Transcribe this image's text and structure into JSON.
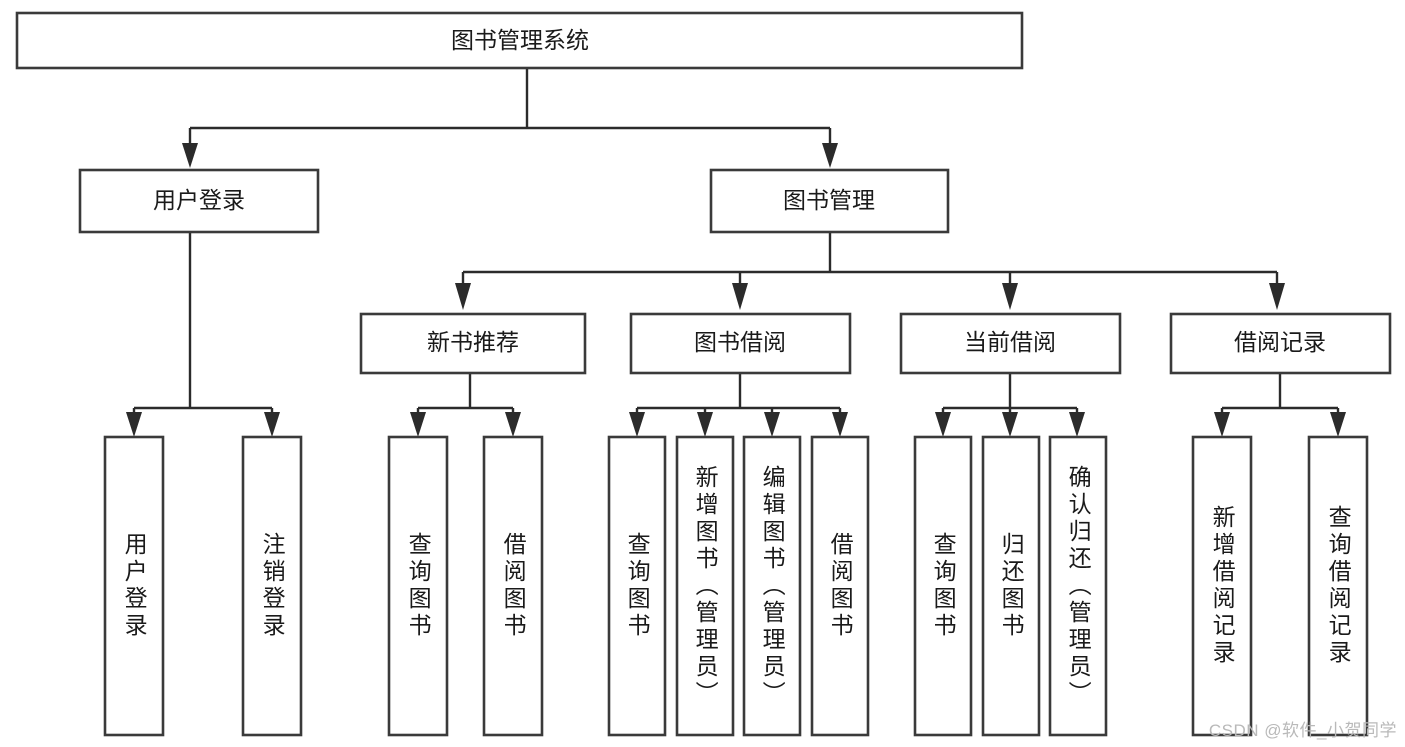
{
  "diagram": {
    "type": "tree",
    "title": "图书管理系统",
    "watermark": "CSDN @软件_小贺同学",
    "colors": {
      "box_stroke": "#3a3a3a",
      "connector": "#2b2b2b",
      "background": "#ffffff",
      "text": "#1a1a1a",
      "watermark": "#b9b9b9"
    },
    "nodes": {
      "root": {
        "label": "图书管理系统",
        "orientation": "horizontal",
        "level": 0
      },
      "l1_a": {
        "label": "用户登录",
        "orientation": "horizontal",
        "level": 1
      },
      "l1_b": {
        "label": "图书管理",
        "orientation": "horizontal",
        "level": 1
      },
      "l2_a": {
        "label": "新书推荐",
        "orientation": "horizontal",
        "level": 2
      },
      "l2_b": {
        "label": "图书借阅",
        "orientation": "horizontal",
        "level": 2
      },
      "l2_c": {
        "label": "当前借阅",
        "orientation": "horizontal",
        "level": 2
      },
      "l2_d": {
        "label": "借阅记录",
        "orientation": "horizontal",
        "level": 2
      },
      "leaf_1": {
        "label": "用户登录",
        "orientation": "vertical",
        "level": 2
      },
      "leaf_2": {
        "label": "注销登录",
        "orientation": "vertical",
        "level": 2
      },
      "leaf_3": {
        "label": "查询图书",
        "orientation": "vertical",
        "level": 3
      },
      "leaf_4": {
        "label": "借阅图书",
        "orientation": "vertical",
        "level": 3
      },
      "leaf_5": {
        "label": "查询图书",
        "orientation": "vertical",
        "level": 3
      },
      "leaf_6": {
        "label": "新增图书（管理员）",
        "orientation": "vertical",
        "level": 3
      },
      "leaf_7": {
        "label": "编辑图书（管理员）",
        "orientation": "vertical",
        "level": 3
      },
      "leaf_8": {
        "label": "借阅图书",
        "orientation": "vertical",
        "level": 3
      },
      "leaf_9": {
        "label": "查询图书",
        "orientation": "vertical",
        "level": 3
      },
      "leaf_10": {
        "label": "归还图书",
        "orientation": "vertical",
        "level": 3
      },
      "leaf_11": {
        "label": "确认归还（管理员）",
        "orientation": "vertical",
        "level": 3
      },
      "leaf_12": {
        "label": "新增借阅记录",
        "orientation": "vertical",
        "level": 3
      },
      "leaf_13": {
        "label": "查询借阅记录",
        "orientation": "vertical",
        "level": 3
      }
    },
    "edges": [
      {
        "from": "root",
        "to": "l1_a"
      },
      {
        "from": "root",
        "to": "l1_b"
      },
      {
        "from": "l1_a",
        "to": "leaf_1"
      },
      {
        "from": "l1_a",
        "to": "leaf_2"
      },
      {
        "from": "l1_b",
        "to": "l2_a"
      },
      {
        "from": "l1_b",
        "to": "l2_b"
      },
      {
        "from": "l1_b",
        "to": "l2_c"
      },
      {
        "from": "l1_b",
        "to": "l2_d"
      },
      {
        "from": "l2_a",
        "to": "leaf_3"
      },
      {
        "from": "l2_a",
        "to": "leaf_4"
      },
      {
        "from": "l2_b",
        "to": "leaf_5"
      },
      {
        "from": "l2_b",
        "to": "leaf_6"
      },
      {
        "from": "l2_b",
        "to": "leaf_7"
      },
      {
        "from": "l2_b",
        "to": "leaf_8"
      },
      {
        "from": "l2_c",
        "to": "leaf_9"
      },
      {
        "from": "l2_c",
        "to": "leaf_10"
      },
      {
        "from": "l2_c",
        "to": "leaf_11"
      },
      {
        "from": "l2_d",
        "to": "leaf_12"
      },
      {
        "from": "l2_d",
        "to": "leaf_13"
      }
    ]
  }
}
